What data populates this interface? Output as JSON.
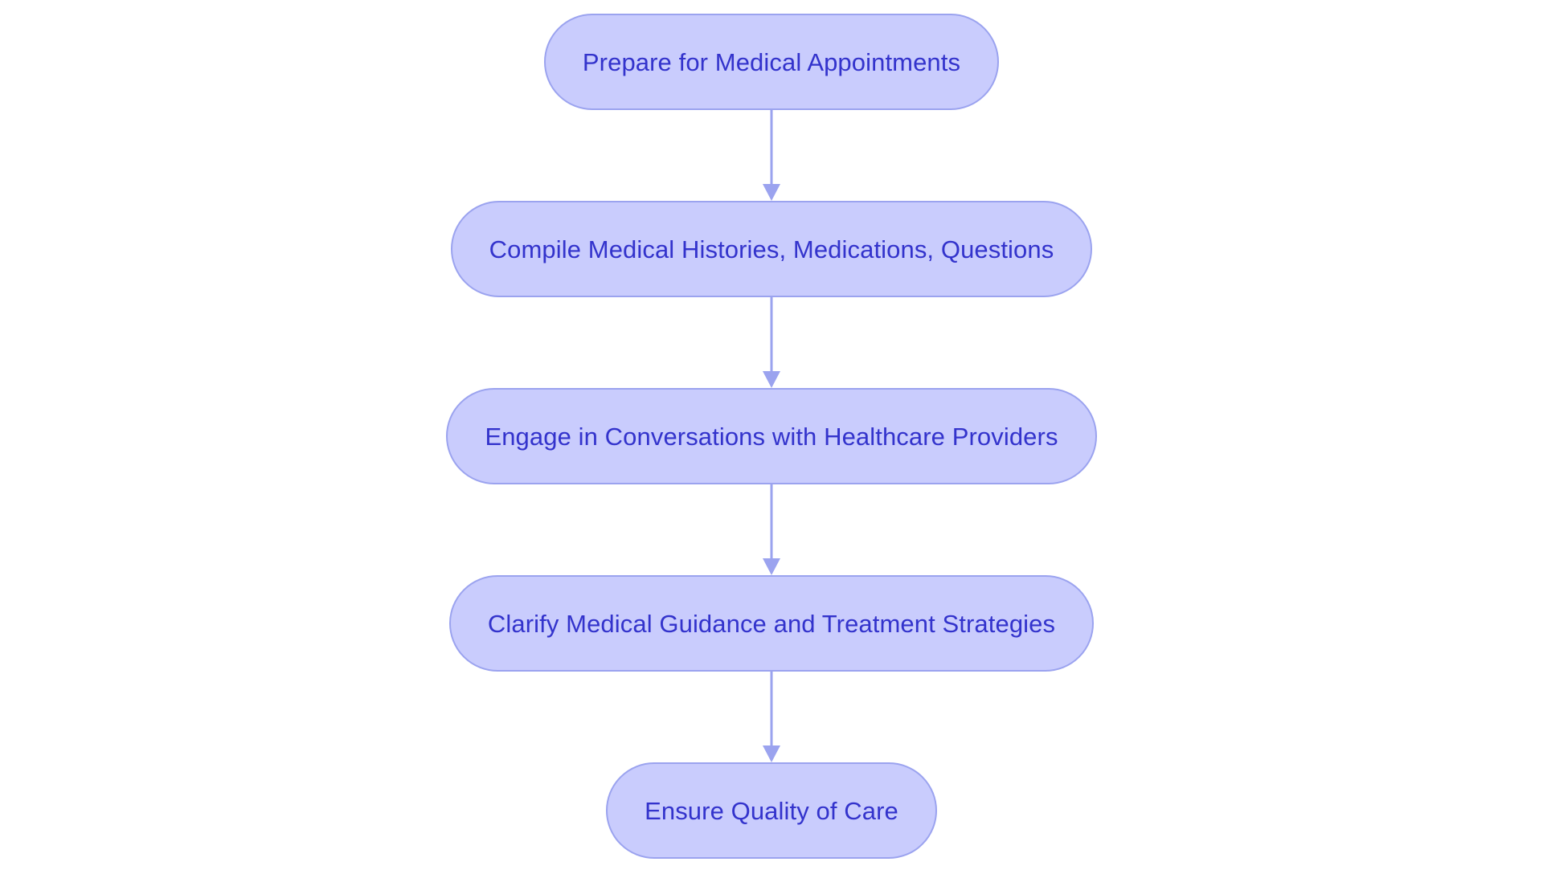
{
  "diagram": {
    "type": "flowchart",
    "orientation": "top-to-bottom",
    "background_color": "#ffffff",
    "node_fill_color": "#c9ccfd",
    "node_border_color": "#9ba3ef",
    "node_text_color": "#3333cc",
    "connector_color": "#9ba3ef",
    "node_count": 5,
    "connector_count": 4,
    "nodes": [
      {
        "id": "node-1",
        "label": "Prepare for Medical Appointments"
      },
      {
        "id": "node-2",
        "label": "Compile Medical Histories, Medications, Questions"
      },
      {
        "id": "node-3",
        "label": "Engage in Conversations with Healthcare Providers"
      },
      {
        "id": "node-4",
        "label": "Clarify Medical Guidance and Treatment Strategies"
      },
      {
        "id": "node-5",
        "label": "Ensure Quality of Care"
      }
    ],
    "connectors": [
      {
        "id": "connector-1",
        "from": "node-1",
        "to": "node-2",
        "arrow": "down-arrow"
      },
      {
        "id": "connector-2",
        "from": "node-2",
        "to": "node-3",
        "arrow": "down-arrow"
      },
      {
        "id": "connector-3",
        "from": "node-3",
        "to": "node-4",
        "arrow": "down-arrow"
      },
      {
        "id": "connector-4",
        "from": "node-4",
        "to": "node-5",
        "arrow": "down-arrow"
      }
    ]
  }
}
